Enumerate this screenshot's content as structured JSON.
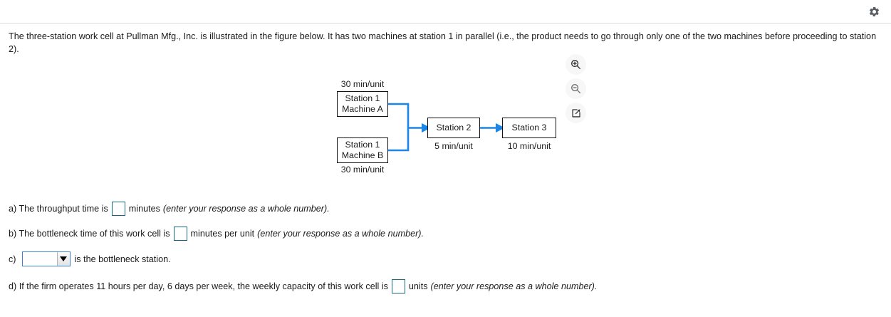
{
  "topbar": {
    "gear_icon": "gear-icon"
  },
  "question": {
    "text": "The three-station work cell at Pullman Mfg., Inc. is illustrated in the figure below. It has two machines at station 1 in parallel (i.e., the product needs to go through only one of the two machines before proceeding to station 2)."
  },
  "figure": {
    "boxes": [
      {
        "id": "machine-a",
        "line1": "Station 1",
        "line2": "Machine A",
        "time": "30 min/unit"
      },
      {
        "id": "machine-b",
        "line1": "Station 1",
        "line2": "Machine B",
        "time": "30 min/unit"
      },
      {
        "id": "station-2",
        "line1": "Station 2",
        "line2": "",
        "time": "5 min/unit"
      },
      {
        "id": "station-3",
        "line1": "Station 3",
        "line2": "",
        "time": "10 min/unit"
      }
    ],
    "connector_color": "#1a86e8",
    "tools": [
      {
        "name": "zoom-in-icon",
        "label": "Zoom in"
      },
      {
        "name": "zoom-out-icon",
        "label": "Zoom out"
      },
      {
        "name": "open-in-new-window-icon",
        "label": "Open in new window"
      }
    ]
  },
  "answers": {
    "a": {
      "prefix": "a) The throughput time is",
      "value": "",
      "unit": "minutes",
      "hint": "(enter your response as a whole number).",
      "box_border_color": "#16697f"
    },
    "b": {
      "prefix": "b) The bottleneck time of this work cell is",
      "value": "",
      "unit": "minutes per unit",
      "hint": "(enter your response as a whole number)."
    },
    "c": {
      "prefix": "c)",
      "selected": "",
      "suffix": "is the bottleneck station.",
      "dropdown_border_color": "#3f7fd0"
    },
    "d": {
      "prefix": "d) If the firm operates 11 hours per day, 6 days per week, the weekly capacity of this work cell is",
      "value": "",
      "unit": "units",
      "hint": "(enter your response as a whole number)."
    }
  }
}
